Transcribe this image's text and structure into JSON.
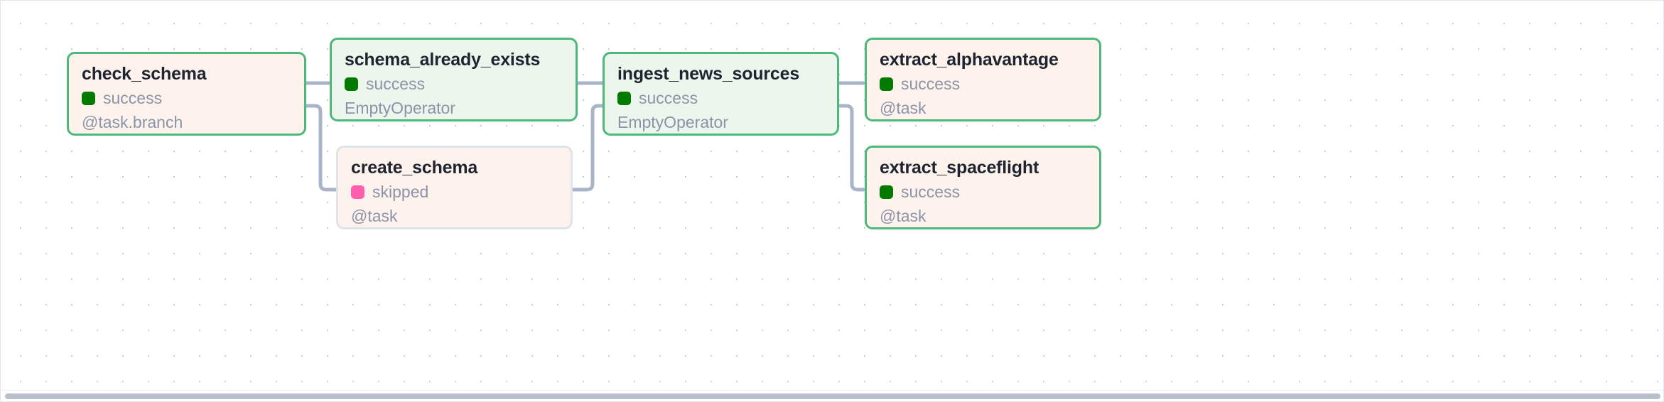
{
  "graph": {
    "view": "dag-graph",
    "edge_color": "#a9b4c8",
    "grid_dot_color": "#c9ccd1",
    "background": "#ffffff",
    "status_colors": {
      "success": "#027a00",
      "skipped": "#ff5fae"
    },
    "border_colors": {
      "success": "#4cb87a",
      "skipped": "#dfe3ea"
    },
    "node_fill": {
      "cream": "#fdf2ec",
      "mint": "#ecf6ec"
    }
  },
  "nodes": [
    {
      "id": "check_schema",
      "title": "check_schema",
      "status": "success",
      "status_label": "success",
      "operator": "@task.branch",
      "fill": "cream"
    },
    {
      "id": "schema_already_exists",
      "title": "schema_already_exists",
      "status": "success",
      "status_label": "success",
      "operator": "EmptyOperator",
      "fill": "mint"
    },
    {
      "id": "create_schema",
      "title": "create_schema",
      "status": "skipped",
      "status_label": "skipped",
      "operator": "@task",
      "fill": "cream"
    },
    {
      "id": "ingest_news_sources",
      "title": "ingest_news_sources",
      "status": "success",
      "status_label": "success",
      "operator": "EmptyOperator",
      "fill": "mint"
    },
    {
      "id": "extract_alphavantage",
      "title": "extract_alphavantage",
      "status": "success",
      "status_label": "success",
      "operator": "@task",
      "fill": "cream"
    },
    {
      "id": "extract_spaceflight",
      "title": "extract_spaceflight",
      "status": "success",
      "status_label": "success",
      "operator": "@task",
      "fill": "cream"
    }
  ],
  "scrollbar": {
    "orientation": "horizontal",
    "thumb_color": "#b9c0cc"
  }
}
